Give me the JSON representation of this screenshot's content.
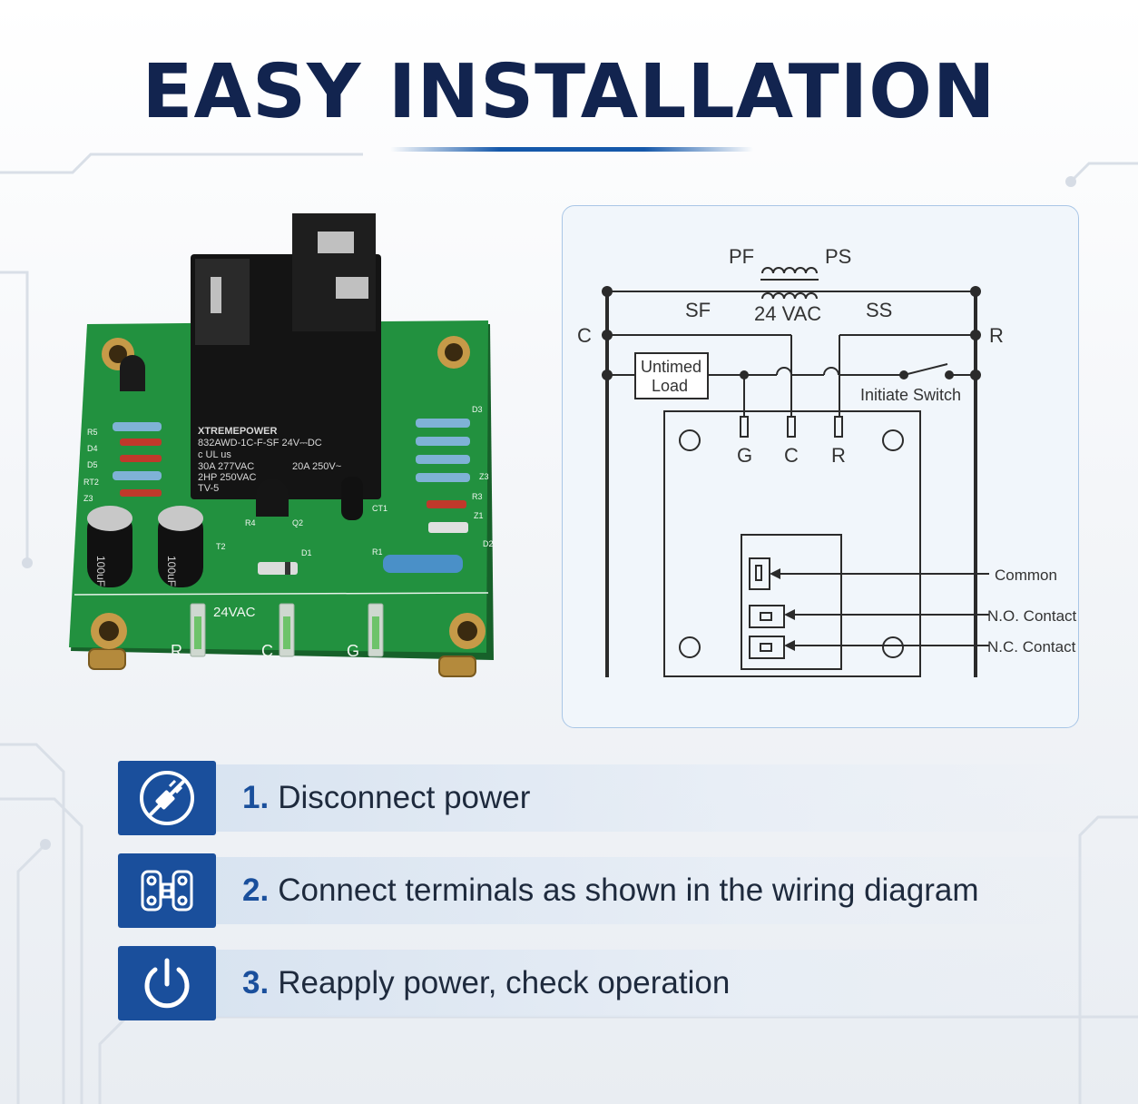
{
  "headline": "EASY INSTALLATION",
  "board": {
    "relay_brand": "XTREMEPOWER",
    "relay_model": "832AWD-1C-F-SF 24V⎓DC",
    "relay_cert": "c UL us",
    "relay_spec_1": "30A 277VAC",
    "relay_spec_2": "20A 250V~",
    "relay_spec_3": "2HP 250VAC",
    "relay_spec_4": "TV-5",
    "cap_label": "100uF",
    "voltage_label": "24VAC",
    "terminal_r": "R",
    "terminal_c": "C",
    "terminal_g": "G",
    "refs_left": [
      "R5",
      "D4",
      "D5",
      "RT2",
      "Z3"
    ],
    "refs_right": [
      "D3",
      "Z3",
      "R3",
      "Z1",
      "D2"
    ],
    "ref_r4": "R4",
    "ref_q2": "Q2",
    "ref_ct1": "CT1",
    "ref_t2": "T2",
    "ref_d1": "D1",
    "ref_r1": "R1"
  },
  "diagram": {
    "pf": "PF",
    "ps": "PS",
    "sf": "SF",
    "ss": "SS",
    "vac": "24 VAC",
    "c": "C",
    "r": "R",
    "untimed_1": "Untimed",
    "untimed_2": "Load",
    "initiate_switch": "Initiate Switch",
    "g_term": "G",
    "c_term": "C",
    "r_term": "R",
    "common": "Common",
    "no_contact": "N.O. Contact",
    "nc_contact": "N.C. Contact"
  },
  "steps": [
    {
      "number": "1.",
      "text": "Disconnect power",
      "icon": "unplug-icon"
    },
    {
      "number": "2.",
      "text": "Connect terminals as shown in the wiring diagram",
      "icon": "terminals-icon"
    },
    {
      "number": "3.",
      "text": "Reapply power, check operation",
      "icon": "power-icon"
    }
  ],
  "colors": {
    "navy": "#12244f",
    "accent_blue": "#1a4f9c",
    "pcb_green": "#1f8a3a"
  }
}
